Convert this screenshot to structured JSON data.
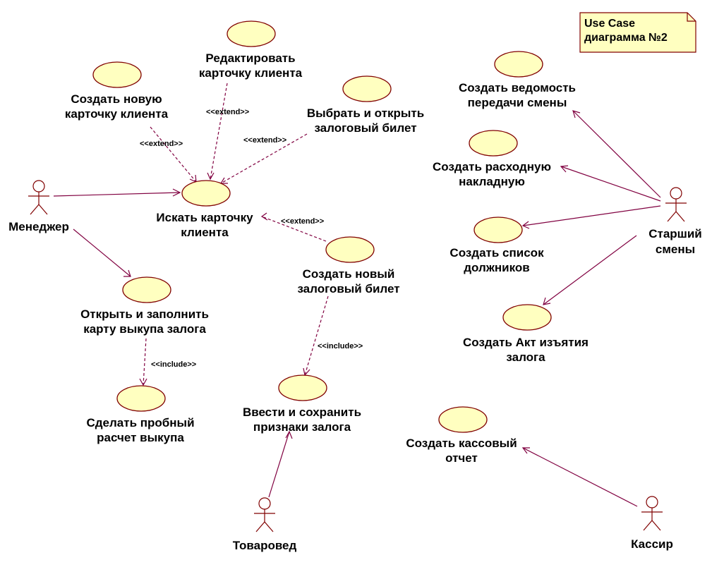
{
  "note": {
    "lines": [
      "Use Case",
      "диаграмма №2"
    ]
  },
  "actors": {
    "manager": "Менеджер",
    "senior": [
      "Старший",
      "смены"
    ],
    "merchandiser": "Товаровед",
    "cashier": "Кассир"
  },
  "use_cases": {
    "create_card": [
      "Создать новую",
      "карточку клиента"
    ],
    "edit_card": [
      "Редактировать",
      "карточку клиента"
    ],
    "select_ticket": [
      "Выбрать и открыть",
      "залоговый билет"
    ],
    "search_card": [
      "Искать карточку",
      "клиента"
    ],
    "new_ticket": [
      "Создать новый",
      "залоговый билет"
    ],
    "open_buyout": [
      "Открыть и заполнить",
      "карту выкупа залога"
    ],
    "trial_calc": [
      "Сделать пробный",
      "расчет выкупа"
    ],
    "enter_signs": [
      "Ввести и сохранить",
      "признаки залога"
    ],
    "shift_statement": [
      "Создать ведомость",
      "передачи смены"
    ],
    "expense_invoice": [
      "Создать расходную",
      "накладную"
    ],
    "debtors_list": [
      "Создать список",
      "должников"
    ],
    "seizure_act": [
      "Создать Акт изъятия",
      "залога"
    ],
    "cash_report": [
      "Создать кассовый",
      "отчет"
    ]
  },
  "stereotypes": {
    "extend": "<<extend>>",
    "include": "<<include>>"
  }
}
